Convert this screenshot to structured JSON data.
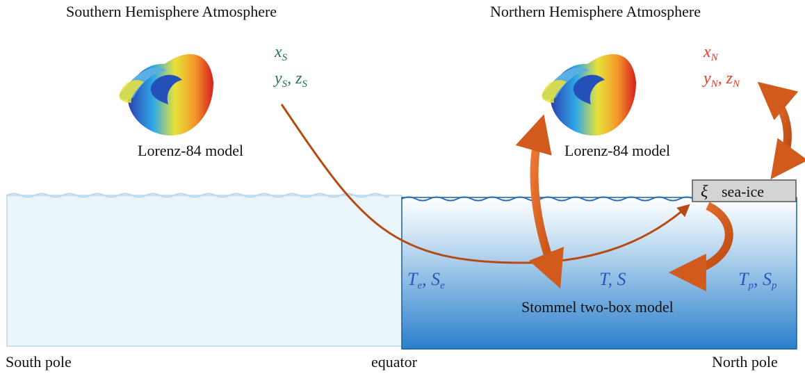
{
  "atmosphere": {
    "south": {
      "title": "Southern Hemisphere Atmosphere",
      "model_label": "Lorenz-84 model",
      "var_x": "x",
      "var_x_sub": "S",
      "var_y": "y",
      "var_y_sub": "S",
      "var_z": "z",
      "var_z_sub": "S",
      "sep": ",",
      "color": "#1e7a46"
    },
    "north": {
      "title": "Northern Hemisphere Atmosphere",
      "model_label": "Lorenz-84 model",
      "var_x": "x",
      "var_x_sub": "N",
      "var_y": "y",
      "var_y_sub": "N",
      "var_z": "z",
      "var_z_sub": "N",
      "sep": ",",
      "color": "#e8392a"
    }
  },
  "ocean": {
    "model_label": "Stommel two-box model",
    "equator_box": {
      "v1": "T",
      "v1_sub": "e",
      "v2": "S",
      "v2_sub": "e"
    },
    "middle": {
      "v1": "T",
      "v2": "S"
    },
    "polar_box": {
      "v1": "T",
      "v1_sub": "p",
      "v2": "S",
      "v2_sub": "p"
    },
    "sep": ",",
    "var_color": "#2a58b8"
  },
  "sea_ice": {
    "symbol": "ξ",
    "label": "sea-ice"
  },
  "axis": {
    "left": "South pole",
    "middle": "equator",
    "right": "North pole"
  },
  "colors": {
    "arrow": "#e8692a",
    "arrow_dark": "#a9420f",
    "ocean_deep": "#2a7fcc",
    "ocean_light": "#e9f4fb"
  }
}
